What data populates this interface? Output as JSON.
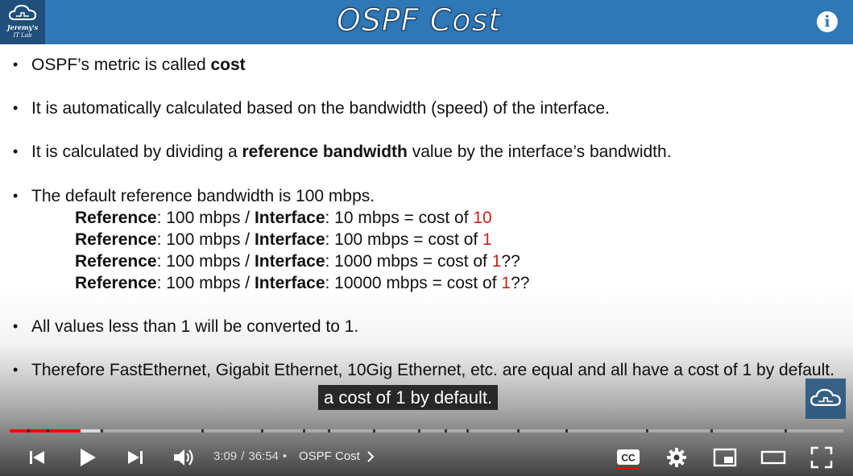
{
  "slide": {
    "logo_line1": "Jeremy's",
    "logo_line2": "IT Lab",
    "title": "OSPF Cost",
    "bullets": {
      "b1_pre": "OSPF’s metric is called ",
      "b1_bold": "cost",
      "b2": "It is automatically calculated based on the bandwidth (speed) of the interface.",
      "b3_pre": "It is calculated by dividing a ",
      "b3_bold": "reference bandwidth",
      "b3_post": " value by the interface’s bandwidth.",
      "b4": "The default reference bandwidth is 100 mbps.",
      "b5": "All values less than 1 will be converted to 1.",
      "b6": "Therefore FastEthernet, Gigabit Ethernet, 10Gig Ethernet, etc. are equal and all have a cost of 1 by default."
    },
    "examples": [
      {
        "ref_label": "Reference",
        "ref_value": ": 100 mbps / ",
        "if_label": "Interface",
        "if_value": ": 10 mbps = cost of ",
        "cost": "10",
        "suffix": ""
      },
      {
        "ref_label": "Reference",
        "ref_value": ": 100 mbps / ",
        "if_label": "Interface",
        "if_value": ": 100 mbps = cost of ",
        "cost": "1",
        "suffix": ""
      },
      {
        "ref_label": "Reference",
        "ref_value": ": 100 mbps / ",
        "if_label": "Interface",
        "if_value": ": 1000 mbps = cost of ",
        "cost": "1",
        "suffix": "??"
      },
      {
        "ref_label": "Reference",
        "ref_value": ": 100 mbps / ",
        "if_label": "Interface",
        "if_value": ": 10000 mbps = cost of ",
        "cost": "1",
        "suffix": "??"
      }
    ]
  },
  "caption": "a cost of 1 by default.",
  "player": {
    "current_time": "3:09",
    "separator": "/",
    "duration": "36:54",
    "dot": "•",
    "chapter": "OSPF Cost",
    "progress_fraction": 0.085,
    "colors": {
      "played": "#ff0000",
      "title_bar": "#2e78b7",
      "accent_red": "#c8231a"
    }
  },
  "icons": [
    "info-icon",
    "previous-icon",
    "play-icon",
    "next-icon",
    "volume-icon",
    "chevron-right-icon",
    "closed-captions-icon",
    "settings-gear-icon",
    "miniplayer-icon",
    "theater-mode-icon",
    "fullscreen-icon",
    "cloud-logo-icon"
  ]
}
